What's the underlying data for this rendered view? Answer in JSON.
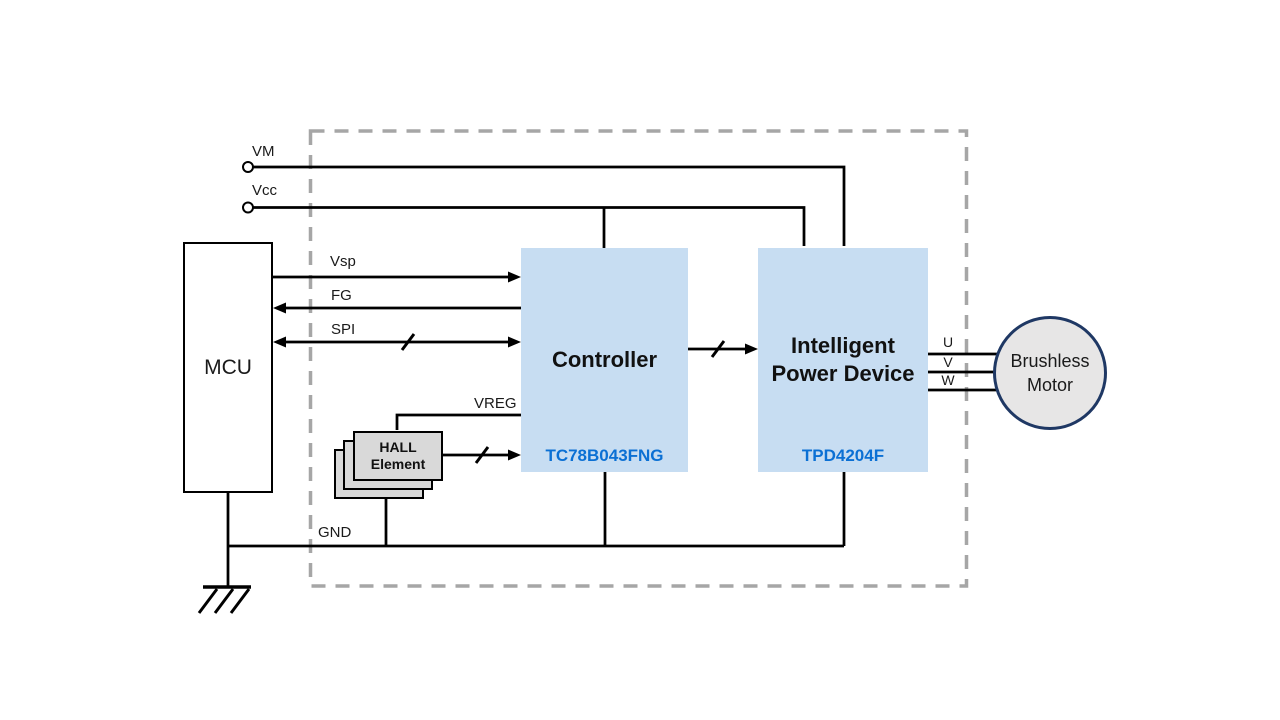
{
  "blocks": {
    "mcu": {
      "label": "MCU"
    },
    "controller": {
      "title": "Controller",
      "part": "TC78B043FNG"
    },
    "power_device": {
      "title": "Intelligent Power Device",
      "part": "TPD4204F"
    },
    "hall": {
      "label": "HALL Element"
    },
    "motor": {
      "label": "Brushless Motor"
    }
  },
  "signals": {
    "vm": "VM",
    "vcc": "Vcc",
    "vsp": "Vsp",
    "fg": "FG",
    "spi": "SPI",
    "vreg": "VREG",
    "gnd": "GND",
    "u": "U",
    "v": "V",
    "w": "W"
  },
  "colors": {
    "block-fill": "#c7ddf2",
    "part-color": "#0b70d4",
    "motor-fill": "#e7e6e6",
    "motor-border": "#1f3864",
    "hall-fill": "#d9d9d9",
    "dash-color": "#a6a6a6"
  }
}
